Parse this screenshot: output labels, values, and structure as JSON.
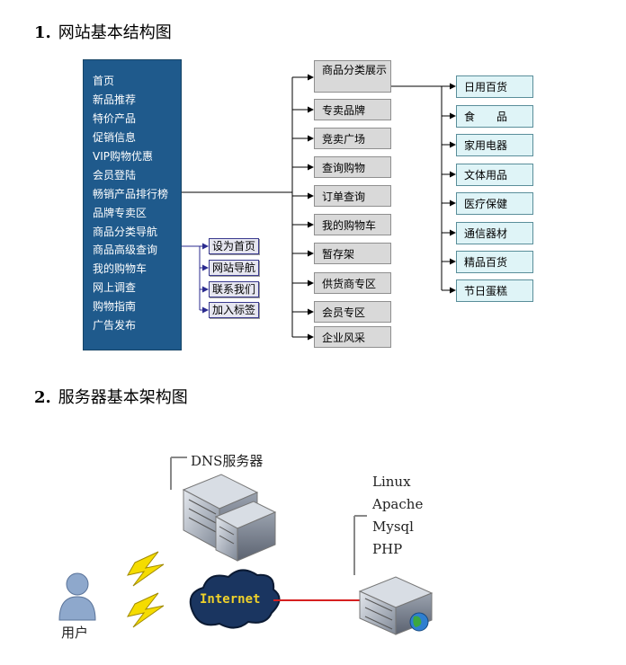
{
  "section1": {
    "number": "1.",
    "title": "网站基本结构图",
    "main_nav": [
      "首页",
      "新品推荐",
      "特价产品",
      "促销信息",
      "VIP购物优惠",
      "会员登陆",
      "畅销产品排行榜",
      "品牌专卖区",
      "商品分类导航",
      "商品高级查询",
      "我的购物车",
      "网上调查",
      "购物指南",
      "广告发布"
    ],
    "sub_links": [
      "设为首页",
      "网站导航",
      "联系我们",
      "加入标签"
    ],
    "middle": [
      "商品分类展示",
      "专卖品牌",
      "竞卖广场",
      "查询购物",
      "订单查询",
      "我的购物车",
      "暂存架",
      "供货商专区",
      "会员专区",
      "企业风采"
    ],
    "categories": [
      "日用百货",
      "食　　品",
      "家用电器",
      "文体用品",
      "医疗保健",
      "通信器材",
      "精品百货",
      "节日蛋糕"
    ]
  },
  "section2": {
    "number": "2.",
    "title": "服务器基本架构图",
    "dns_label": "DNS服务器",
    "stack": [
      "Linux",
      "Apache",
      "Mysql",
      "PHP"
    ],
    "internet_label": "Internet",
    "user_label": "用户"
  },
  "colors": {
    "panel_blue": "#1f5a8c",
    "box_gray": "#d9d9d9",
    "box_cyan": "#dff4f7",
    "link_red": "#d62020"
  }
}
